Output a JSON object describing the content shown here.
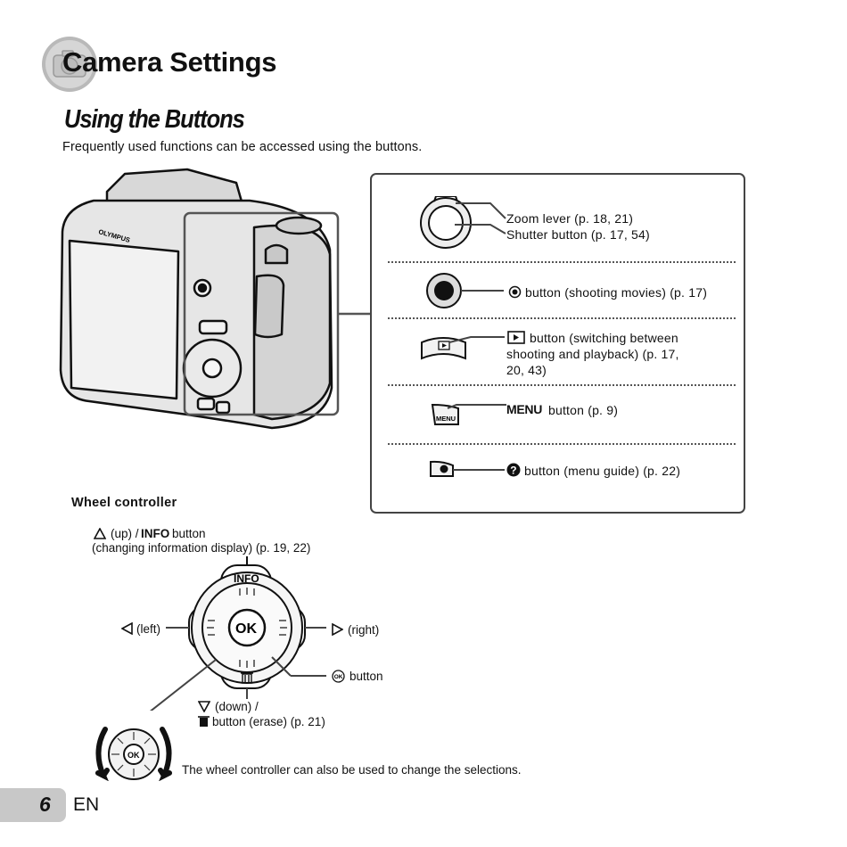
{
  "header": {
    "chapter_title": "Camera Settings",
    "section_title": "Using the Buttons",
    "intro": "Frequently used functions can be accessed using the buttons."
  },
  "camera": {
    "brand": "OLYMPUS"
  },
  "buttons_panel": {
    "zoom_lever": "Zoom lever (p. 18, 21)",
    "shutter_button": "Shutter button (p. 17, 54)",
    "movie_button": "button (shooting movies) (p. 17)",
    "playback_button_line1": "button (switching between",
    "playback_button_line2": "shooting and playback) (p. 17,",
    "playback_button_line3": "20, 43)",
    "menu_word": "MENU",
    "menu_button": "button (p. 9)",
    "guide_button": "button (menu guide) (p. 22)",
    "menu_icon_text": "MENU"
  },
  "wheel": {
    "heading": "Wheel controller",
    "up_label": "(up) /",
    "up_info": "INFO",
    "up_button": "button",
    "up_desc": "(changing information display) (p. 19, 22)",
    "left_label": "(left)",
    "right_label": "(right)",
    "ok_label": "button",
    "down_label": "(down) /",
    "down_desc": "button (erase) (p. 21)",
    "info_text": "INFO",
    "ok_text": "OK",
    "small_ok_text": "OK",
    "note": "The wheel controller can also be used  to change the selections."
  },
  "footer": {
    "page_number": "6",
    "language": "EN"
  }
}
